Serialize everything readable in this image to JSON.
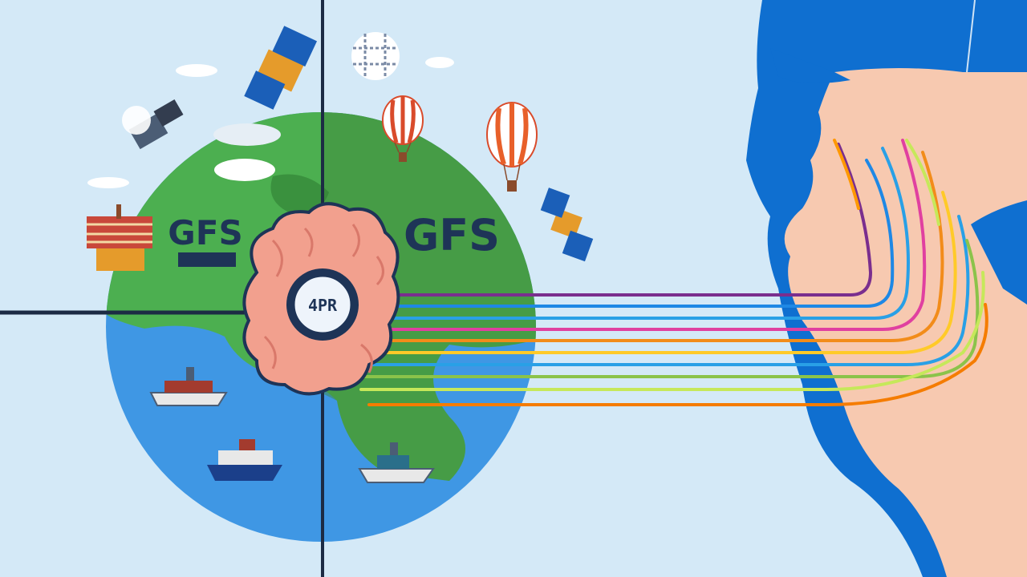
{
  "labels": {
    "gfs_left": "GFS",
    "gfs_right": "GFS",
    "gfs_right_sub": "",
    "brain_badge": "4PR"
  },
  "colors": {
    "sky": "#d4e9f7",
    "land_green": "#4caf50",
    "ocean_blue": "#3f97e4",
    "brain_pink": "#f2a08e",
    "badge_navy": "#1e3457",
    "map_ocean": "#0f6fd0",
    "map_land": "#f7c9b0",
    "divider": "#1c2b44"
  },
  "stream_colors": [
    "#7a2e8e",
    "#1e88e5",
    "#e040a0",
    "#29a0e6",
    "#f28c1a",
    "#ffca28",
    "#8bc34a",
    "#ff9800",
    "#c6e85a",
    "#f57c00"
  ],
  "icons": [
    "satellite-icon",
    "hot-air-balloon-icon",
    "weather-station-icon",
    "ship-icon",
    "cloud-icon",
    "globe-grid-icon",
    "brain-icon",
    "badge-icon"
  ]
}
